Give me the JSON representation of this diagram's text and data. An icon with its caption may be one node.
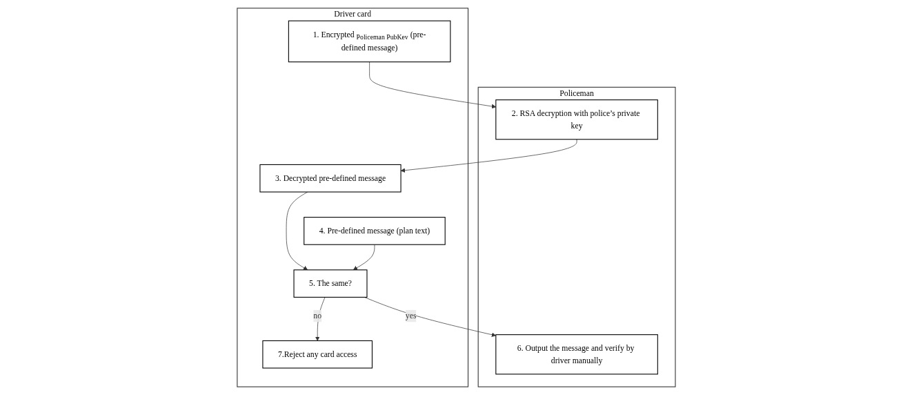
{
  "diagram": {
    "nodes": [
      {
        "text": [
          "Driver card"
        ]
      },
      {
        "text": [
          "1. Encrypted $_{Policeman PubKev}$ (pre-defined message)"
        ],
        "in": 0
      },
      {
        "text": [
          "3. Decrypted pre-defined message"
        ],
        "in": 0
      },
      {
        "text": [
          "5. The same?"
        ],
        "in": 0
      },
      {
        "text": [
          "7.Reject any card access"
        ],
        "in": 0
      },
      {
        "text": [
          "4. Pre-defined message (plan text)"
        ],
        "in": 0
      },
      {
        "text": [
          "Policeman"
        ]
      },
      {
        "text": [
          "2. RSA decryption with police’s private key"
        ],
        "in": 6
      },
      {
        "text": [
          "6. Output the message and verify by driver manually"
        ],
        "in": 6
      }
    ],
    "edges": [
      {
        "from": 1,
        "to": 7,
        "arrow": "to"
      },
      {
        "from": 7,
        "to": 2,
        "arrow": "to"
      },
      {
        "from": 2,
        "to": 3,
        "arrow": "to"
      },
      {
        "from": 5,
        "to": 3,
        "arrow": "to"
      },
      {
        "from": 3,
        "to": 8,
        "arrow": "to",
        "label": "yes"
      },
      {
        "from": 3,
        "to": 4,
        "arrow": "to",
        "label": "no"
      }
    ]
  }
}
